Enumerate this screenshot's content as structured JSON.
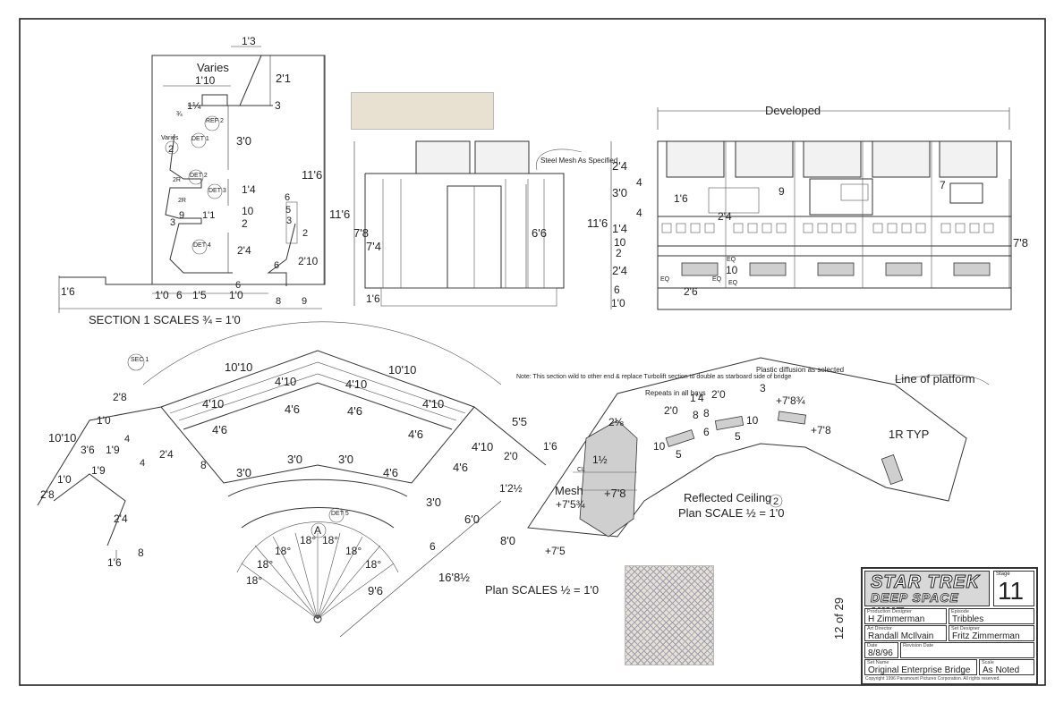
{
  "section": {
    "caption": "SECTION 1 SCALES ¾ = 1'0",
    "dims": [
      "1'3",
      "Varies",
      "1'10",
      "2'1",
      "1¼",
      "3",
      "¾",
      "REF 2",
      "Varies",
      "2",
      "DET 1",
      "3'0",
      "11'6",
      "2R",
      "DET 2",
      "1'4",
      "DET 3",
      "2R",
      "6",
      "3",
      "9",
      "1'1",
      "10",
      "5",
      "2",
      "3",
      "DET 4",
      "2'4",
      "2",
      "2'10",
      "6",
      "1'6",
      "6",
      "1'0",
      "6",
      "1'5",
      "1'0",
      "8",
      "9"
    ]
  },
  "elevation": {
    "note_mesh": "Steel Mesh As Specified",
    "dims": [
      "11'6",
      "7'8",
      "7'4",
      "6'6",
      "1'6"
    ]
  },
  "developed": {
    "title": "Developed",
    "dims": [
      "2'4",
      "4",
      "3'0",
      "1'6",
      "9",
      "4",
      "2'4",
      "7",
      "11'6",
      "1'4",
      "10",
      "2",
      "2'4",
      "10",
      "EQ",
      "EQ",
      "2'6",
      "EQ",
      "EQ",
      "6",
      "1'0",
      "7'8"
    ]
  },
  "plan": {
    "caption": "Plan SCALES ½ = 1'0",
    "sec_label": "SEC 1",
    "det_label": "DET 5",
    "center_label": "A",
    "angle": "18°",
    "note": "Note: This section wild to other end & replace Turbolift section to double as starboard side of bridge",
    "dims": [
      "10'10",
      "10'10",
      "4'10",
      "4'10",
      "2'8",
      "4'10",
      "4'6",
      "4'6",
      "4'10",
      "1'0",
      "4'6",
      "4'6",
      "10'10",
      "3'6",
      "1'9",
      "4",
      "2'4",
      "8",
      "4'6",
      "5'5",
      "3'0",
      "3'0",
      "3'0",
      "4'10",
      "1'0",
      "1'9",
      "4",
      "8",
      "2'0",
      "2'8",
      "4'6",
      "1'2½",
      "3'0",
      "2'4",
      "6'0",
      "6",
      "8'0",
      "1'6",
      "8",
      "16'8½",
      "9'6",
      "1'6"
    ]
  },
  "ceiling": {
    "caption_line1": "Reflected Ceiling",
    "caption_line2": "Plan SCALE ½ = 1'0",
    "circle_num": "2",
    "line_of_platform": "Line of platform",
    "plastic_note": "Plastic diffusion as selected",
    "repeats_note": "Repeats in all bays",
    "mesh_label": "Mesh",
    "cl_label": "CL",
    "one_r": "1R TYP",
    "dims": [
      "1'6",
      "2⅛",
      "1½",
      "+7'8",
      "+7'5¾",
      "+7'5",
      "2'0",
      "1'4",
      "2'0",
      "3",
      "+7'8¾",
      "8",
      "8",
      "10",
      "6",
      "5",
      "10",
      "5",
      "+7'8",
      "2'0"
    ]
  },
  "title_block": {
    "logo_line1": "STAR TREK",
    "logo_line2": "DEEP SPACE NINE",
    "stage_label": "Stage",
    "stage_value": "11",
    "production_designer_label": "Production Designer",
    "production_designer": "H Zimmerman",
    "episode_label": "Episode",
    "episode": "Tribbles",
    "art_director_label": "Art Director",
    "art_director": "Randall McIlvain",
    "set_designer_label": "Set Designer",
    "set_designer": "Fritz Zimmerman",
    "date_label": "Date",
    "date": "8/8/96",
    "revision_label": "Revision Date",
    "set_name_label": "Set Name",
    "set_name": "Original Enterprise Bridge",
    "scale_label": "Scale",
    "scale": "As Noted",
    "copyright": "Copyright 1996 Paramount Pictures Corporation. All rights reserved."
  },
  "sheet_count": "12 of 29"
}
